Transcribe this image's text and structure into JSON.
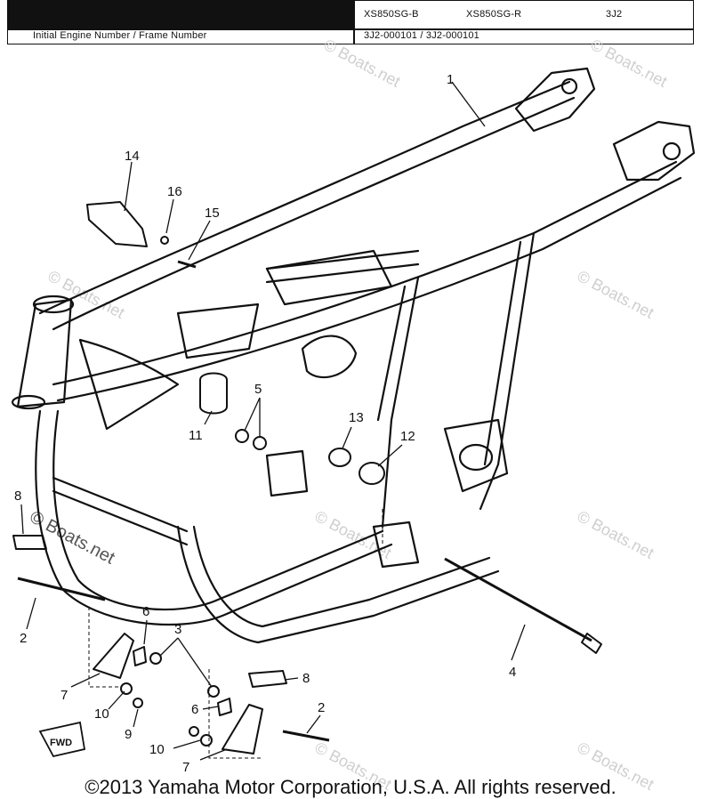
{
  "header": {
    "model_b": "XS850SG-B",
    "model_r": "XS850SG-R",
    "code": "3J2",
    "engine_label": "Initial Engine Number / Frame Number",
    "engine_value": "3J2-000101 / 3J2-000101"
  },
  "watermark": "© Boats.net",
  "callouts": {
    "c1": "1",
    "c2a": "2",
    "c2b": "2",
    "c3": "3",
    "c4": "4",
    "c5": "5",
    "c6a": "6",
    "c6b": "6",
    "c7a": "7",
    "c7b": "7",
    "c8a": "8",
    "c8b": "8",
    "c9": "9",
    "c10a": "10",
    "c10b": "10",
    "c11": "11",
    "c12": "12",
    "c13": "13",
    "c14": "14",
    "c15": "15",
    "c16": "16"
  },
  "fwd_label": "FWD",
  "copyright": "©2013 Yamaha Motor Corporation, U.S.A. All rights reserved."
}
